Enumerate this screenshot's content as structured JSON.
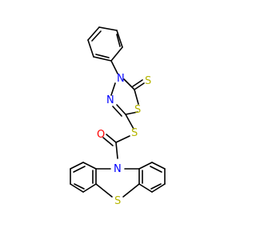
{
  "molecule": {
    "atom_labels": {
      "thione_s": "S",
      "n4": "N",
      "n3": "N",
      "ring_s": "S",
      "thioester_s": "S",
      "carbonyl_o": "O",
      "phenothiazine_n": "N",
      "phenothiazine_s": "S"
    },
    "colors": {
      "bond": "#000000",
      "sulfur": "#b5b500",
      "nitrogen": "#0000ff",
      "oxygen": "#ff0000"
    }
  }
}
